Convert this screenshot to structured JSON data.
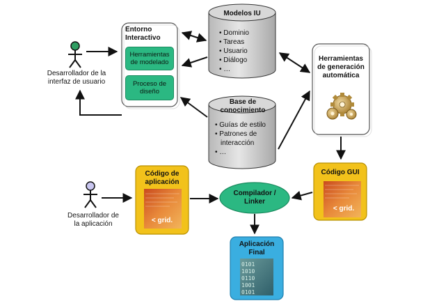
{
  "actors": {
    "ui_developer": "Desarrollador de la interfaz de usuario",
    "app_developer": "Desarrollador de la aplicación"
  },
  "interactive_env": {
    "title": "Entorno Interactivo",
    "tools": "Herramientas de modelado",
    "process": "Proceso de diseño"
  },
  "ui_models": {
    "title": "Modelos IU",
    "items": [
      "Dominio",
      "Tareas",
      "Usuario",
      "Diálogo",
      "…"
    ]
  },
  "knowledge_base": {
    "title": "Base de conocimiento",
    "items": [
      "Guías de estilo",
      "Patrones de interacción",
      "…"
    ]
  },
  "gen_tools": {
    "title": "Herramientas de generación automática"
  },
  "gui_code": {
    "title": "Código GUI"
  },
  "app_code": {
    "title": "Código de aplicación"
  },
  "compiler": {
    "title": "Compilador / Linker"
  },
  "final_app": {
    "title": "Aplicación Final"
  },
  "code_thumb_text": "< grid.",
  "colors": {
    "green": "#2bb882",
    "yellow": "#f2c21b",
    "blue": "#3aaee0",
    "cylinder": "#cfcfcf",
    "code_orange": "#e07b2e"
  }
}
